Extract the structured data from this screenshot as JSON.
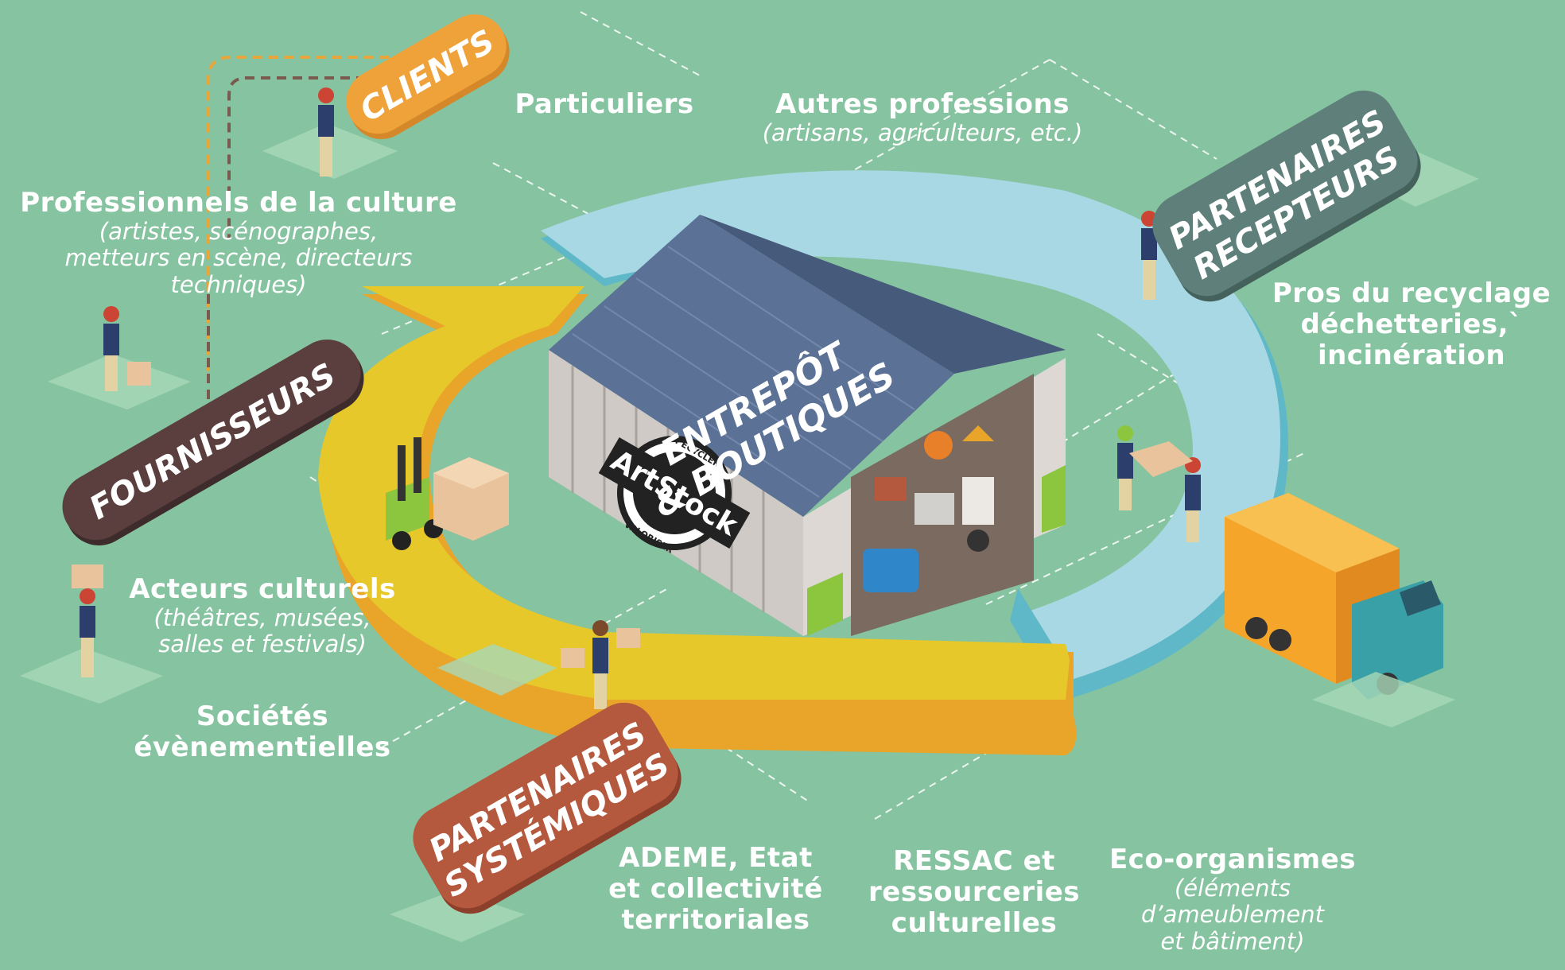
{
  "colors": {
    "background": "#86c3a0",
    "ring_blue": "#a8d8e4",
    "arrow_yellow": "#e6c82a",
    "arrow_orange": "#e8a52a",
    "clients_tag": "#f0a23a",
    "fournisseurs_tag": "#5b3f3f",
    "partenaires_recepteurs_tag": "#5f7f7a",
    "partenaires_systemiques_tag": "#b5593e",
    "roof": "#5c7196"
  },
  "tags": {
    "clients": "CLIENTS",
    "fournisseurs": "FOURNISSEURS",
    "recepteurs": [
      "PARTENAIRES",
      "RECEPTEURS"
    ],
    "systemiques": [
      "PARTENAIRES",
      "SYSTÉMIQUES"
    ]
  },
  "warehouse": {
    "roof_line1": "ENTREPÔT",
    "roof_line2": "& BOUTIQUES",
    "logo": {
      "text_main": "ArtStock",
      "ring_top": "RECYCLER",
      "ring_bottom": "VALORISER"
    }
  },
  "labels": {
    "particuliers": {
      "title": "Particuliers"
    },
    "autres": {
      "title": "Autres professions",
      "sub": "(artisans, agriculteurs, etc.)"
    },
    "culture": {
      "title": "Professionnels de la culture",
      "sub1": "(artistes, scénographes,",
      "sub2": "metteurs en scène, directeurs techniques)"
    },
    "acteurs": {
      "title": "Acteurs culturels",
      "sub1": "(théâtres, musées,",
      "sub2": "salles et festivals)"
    },
    "societes": {
      "l1": "Sociétés",
      "l2": "évènementielles"
    },
    "recyclage": {
      "l1": "Pros du recyclage",
      "l2": "déchetteries,`",
      "l3": "incinération"
    },
    "ademe": {
      "l1": "ADEME, Etat",
      "l2": "et collectivité",
      "l3": "territoriales"
    },
    "ressac": {
      "l1": "RESSAC et",
      "l2": "ressourceries",
      "l3": "culturelles"
    },
    "eco": {
      "title": "Eco-organismes",
      "sub1": "(éléments",
      "sub2": "d’ameublement",
      "sub3": "et bâtiment)"
    }
  },
  "icons": [
    "worker-icon",
    "hand-truck-icon",
    "forklift-icon",
    "pallet-boxes-icon",
    "garbage-truck-icon",
    "armchair-icon",
    "lamp-icon"
  ]
}
